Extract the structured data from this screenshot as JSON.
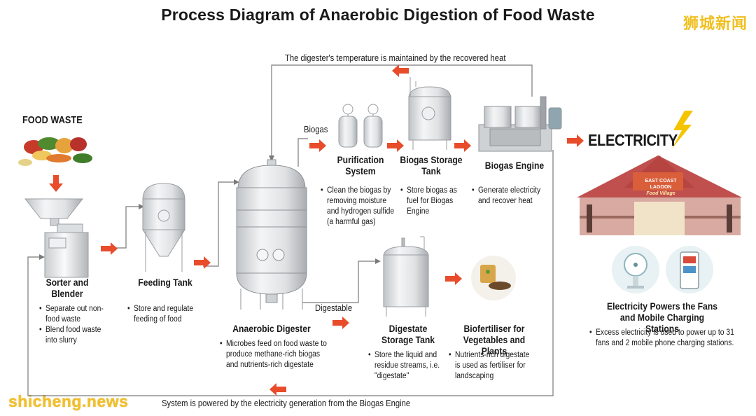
{
  "title": "Process Diagram of Anaerobic Digestion of Food Waste",
  "watermarks": {
    "cn": "狮城新闻",
    "en": "shicheng.news"
  },
  "colors": {
    "arrow": "#e84c2b",
    "line": "#777777",
    "bolt": "#f5c400",
    "roof": "#c0504d",
    "wall": "#d7a8a0"
  },
  "food_waste": {
    "label": "FOOD WASTE"
  },
  "sorter": {
    "title": "Sorter and Blender",
    "bullets": [
      "Separate out non-food waste",
      "Blend food waste into slurry"
    ]
  },
  "feeding_tank": {
    "title": "Feeding Tank",
    "bullets": [
      "Store and regulate feeding of food"
    ]
  },
  "digester": {
    "title": "Anaerobic Digester",
    "bullets": [
      "Microbes feed on food waste to produce methane-rich biogas and nutrients-rich digestate"
    ]
  },
  "purification": {
    "title": "Purification System",
    "bullets": [
      "Clean the biogas by removing moisture and hydrogen sulfide (a harmful gas)"
    ]
  },
  "storage": {
    "title": "Biogas Storage Tank",
    "bullets": [
      "Store biogas as fuel for Biogas Engine"
    ]
  },
  "engine": {
    "title": "Biogas Engine",
    "bullets": [
      "Generate electricity and recover heat"
    ]
  },
  "digestate_tank": {
    "title": "Digestate Storage Tank",
    "bullets": [
      "Store the liquid and residue streams, i.e. \"digestate\""
    ]
  },
  "biofertiliser": {
    "title": "Biofertiliser for Vegetables and Plants",
    "bullets": [
      "Nutrients-rich digestate is used as fertiliser for landscaping"
    ]
  },
  "electricity": {
    "label": "ELECTRICITY",
    "building_sign_1": "EAST COAST LAGOON",
    "building_sign_2": "Food Village"
  },
  "powers": {
    "title": "Electricity Powers the Fans and Mobile Charging Stations",
    "bullets": [
      "Excess electricity is used to power up to 31 fans and 2 mobile phone charging stations."
    ]
  },
  "flows": {
    "biogas": "Biogas",
    "digestable": "Digestable",
    "heat_loop": "The digester's temperature is maintained by the recovered heat",
    "power_loop": "System is powered by the electricity generation from the Biogas Engine"
  },
  "icon_names": [
    "food-waste-icon",
    "sorter-blender-icon",
    "feeding-tank-icon",
    "digester-icon",
    "purification-icon",
    "biogas-tank-icon",
    "engine-icon",
    "digestate-tank-icon",
    "fertiliser-icon",
    "bolt-icon",
    "building-icon",
    "fan-icon",
    "charger-icon"
  ]
}
